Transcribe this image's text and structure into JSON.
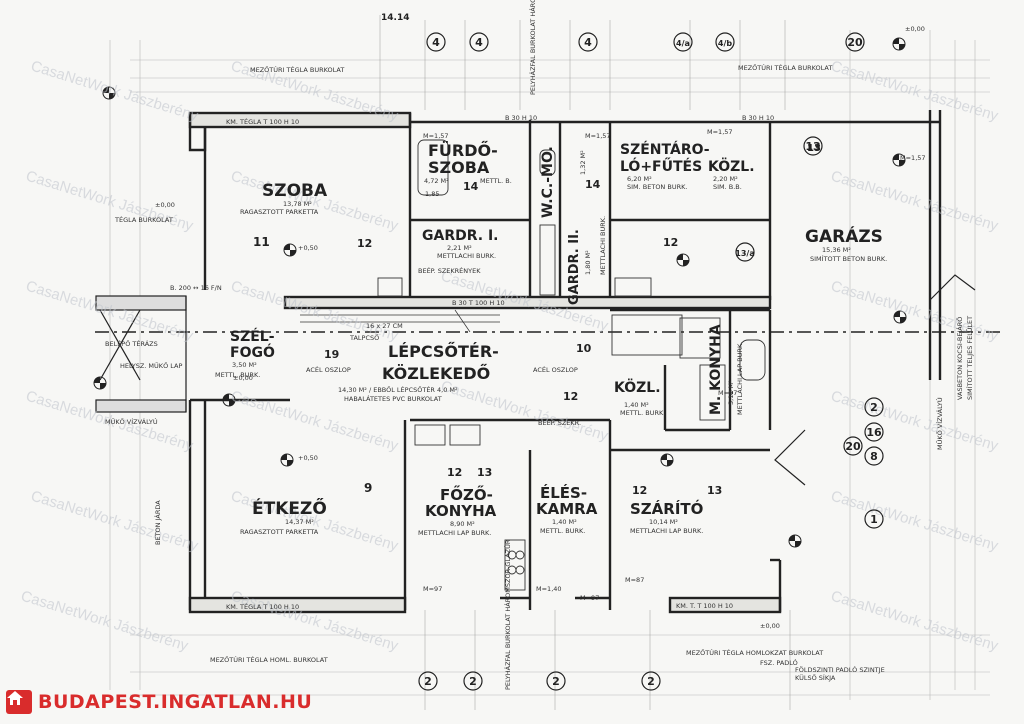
{
  "top_label": "14.14",
  "rooms": [
    {
      "id": "szoba",
      "name": "SZOBA",
      "area": "13,78 M²",
      "floor": "RAGASZTOTT PARKETTA",
      "num": "11",
      "num2": "12",
      "spot": "+0,50"
    },
    {
      "id": "furdo",
      "name1": "FÜRDŐ-",
      "name2": "SZOBA",
      "area": "4,72 M²",
      "floor": "METTL. B.",
      "num": "14",
      "level": "1,85"
    },
    {
      "id": "wc",
      "name": "W.C.-MO.",
      "area": "1,32 M²",
      "num": "14"
    },
    {
      "id": "szentaro",
      "name1": "SZÉNTÁRO-",
      "name2": "LÓ+FŰTÉS",
      "area": "6,20 M²",
      "floor": "SIM. BETON BURK."
    },
    {
      "id": "kozl1",
      "name": "KÖZL.",
      "area": "2,20 M²",
      "floor": "SIM. B.B.",
      "num": "13"
    },
    {
      "id": "garazs",
      "name": "GARÁZS",
      "area": "15,36 M²",
      "floor": "SIMÍTOTT BETON BURK."
    },
    {
      "id": "gardr1",
      "name": "GARDR. I.",
      "area": "2,21 M²",
      "floor": "METTLACHI BURK."
    },
    {
      "id": "gardr2",
      "name": "GARDR. II.",
      "area": "1,80 M²",
      "floor": "METTLACHI BURK.",
      "num": "12"
    },
    {
      "id": "szelfogo",
      "name1": "SZÉL-",
      "name2": "FOGÓ",
      "area": "3,50 M²",
      "floor": "METTL. BURK.",
      "num": "19"
    },
    {
      "id": "lepcso",
      "name1": "LÉPCSŐTÉR-",
      "name2": "KÖZLEKEDŐ",
      "area": "14,30 M² / EBBŐL LÉPCSŐTÉR 4,0 M²",
      "floor": "HABALÁTETES PVC BURKOLAT",
      "num": "10"
    },
    {
      "id": "etkezo",
      "name": "ÉTKEZŐ",
      "area": "14,37 M²",
      "floor": "RAGASZTOTT PARKETTA",
      "num": "9",
      "spot": "+0,50"
    },
    {
      "id": "fozo",
      "name1": "FŐZŐ-",
      "name2": "KONYHA",
      "area": "8,90 M²",
      "floor": "METTLACHI LAP BURK.",
      "num": "12",
      "num2": "13"
    },
    {
      "id": "eles",
      "name1": "ÉLÉS-",
      "name2": "KAMRA",
      "area": "1,40 M²",
      "floor": "METTL. BURK."
    },
    {
      "id": "kozl2",
      "name": "KÖZL.",
      "area": "1,40 M²",
      "floor": "METTL. BURK.",
      "num": "12"
    },
    {
      "id": "mkonyha",
      "name": "M. KONYHA",
      "area": "5,12 M²",
      "floor": "METTLACHI LAP BURK."
    },
    {
      "id": "szarito",
      "name": "SZÁRÍTÓ",
      "area": "10,14 M²",
      "floor": "METTLACHI LAP BURK.",
      "num": "12",
      "num2": "13"
    }
  ],
  "labels": {
    "mezoturi_top": "MEZŐTÚRI TÉGLA BURKOLAT",
    "mezoturi_top_right": "MEZŐTÚRI TÉGLA BURKOLAT",
    "mezoturi_bottom": "MEZŐTÚRI TÉGLA HOML. BURKOLAT",
    "mezoturi_bottom_right": "MEZŐTÚRI TÉGLA HOMLOKZAT BURKOLAT",
    "km_tegla_top": "KM. TÉGLA  T 100  H 10",
    "km_tegla_bottom": "KM. TÉGLA  T 100  H 10",
    "b30_top": "B 30  H 10",
    "b30_mid": "B 30  T 100  H 10",
    "b30_right": "B 30  H 10",
    "km_t_right": "KM. T.  T 100  H 10",
    "beepi_szekrenyek": "BEÉP. SZEKRÉNYEK",
    "beepi_szekr": "BEÉP. SZEKR.",
    "talpcso": "TALPCSÖ",
    "lepcso_meret": "16 x 27 CM",
    "beleptotek": "BELÉPŐ TÉRÁZS",
    "helysz": "HELYSZ. MŰKŐ LAP",
    "mukovi": "MŰKŐ VÍZVÁLYÚ",
    "acel_oszlop": "ACÉL OSZLOP",
    "acel_oszlop2": "ACÉL OSZLOP",
    "b200": "B. 200 ↔ 16 F/N",
    "tegla_burkolat": "TÉGLA BURKOLAT",
    "nullpont": "±0,00",
    "nullpont2": "±0,00",
    "nullpont3": "±0,00",
    "nullpont4": "±0,00",
    "beton_jarda": "BETON JÁRDA",
    "vasbeton": "VASBETON KOCSI-BEJÁRÓ",
    "nyelvi": "SIMÍTOTT TELJES FELÜLET",
    "kulso_sik": "FÖLDSZINTI PADLÓ SZINTJE",
    "fsz_padlo": "FSZ. PADLÓ",
    "kulso_siktop": "KÜLSŐ SÍKJA",
    "feliratok_top": "PELYHÁZFAL BURKOLAT HÁROMSZOR-GLAZÚR",
    "feliratok_bottom": "PELYHÁZFAL BURKOLAT HÁROMSZOR-GLAZÚR",
    "muko_vizvaly": "MŰKŐ VÍZVÁLYÚ",
    "m157a": "M=1,57",
    "m157b": "M=1,57",
    "m157c": "M=1,57",
    "m157d": "M=1,57",
    "m97a": "M=97",
    "m97b": "M=97",
    "m97c": "M=97",
    "m87": "M=87",
    "m140": "M=1,40"
  },
  "circle_numbers_top": [
    "4",
    "4",
    "4",
    "4/a",
    "4/b",
    "20"
  ],
  "circle_numbers_bottom": [
    "2",
    "2",
    "2",
    "2"
  ],
  "circle_numbers_right": [
    "2",
    "16",
    "8",
    "20",
    "1",
    "13",
    "13/a"
  ],
  "watermark": "CasaNetWork Jászberény",
  "badge": {
    "text": "BUDAPEST.INGATLAN.HU",
    "color": "#d92c2c"
  }
}
